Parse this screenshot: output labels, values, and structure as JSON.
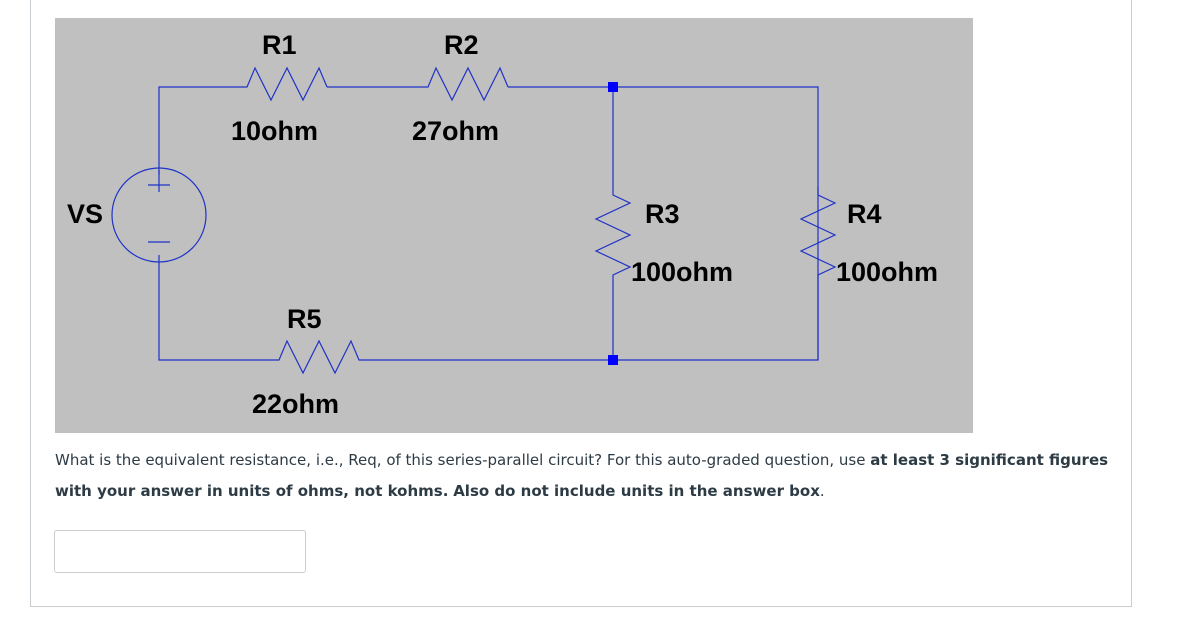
{
  "schematic": {
    "source_label": "VS",
    "resistors": [
      {
        "name": "R1",
        "value": "10ohm"
      },
      {
        "name": "R2",
        "value": "27ohm"
      },
      {
        "name": "R3",
        "value": "100ohm"
      },
      {
        "name": "R4",
        "value": "100ohm"
      },
      {
        "name": "R5",
        "value": "22ohm"
      }
    ],
    "colors": {
      "background": "#c0c0c0",
      "wire": "#1e32c8",
      "node": "#0000ff",
      "component": "#1e32c8"
    }
  },
  "question": {
    "text_plain": "What is the equivalent resistance, i.e., Req, of this series-parallel circuit? For this auto-graded question, use ",
    "text_bold_1": "at least 3 significant figures with your answer in units of ohms, not kohms.",
    "text_gap": " ",
    "text_bold_2": "Also do not include units in the answer box",
    "text_end": "."
  },
  "answer": {
    "value": "",
    "placeholder": ""
  }
}
